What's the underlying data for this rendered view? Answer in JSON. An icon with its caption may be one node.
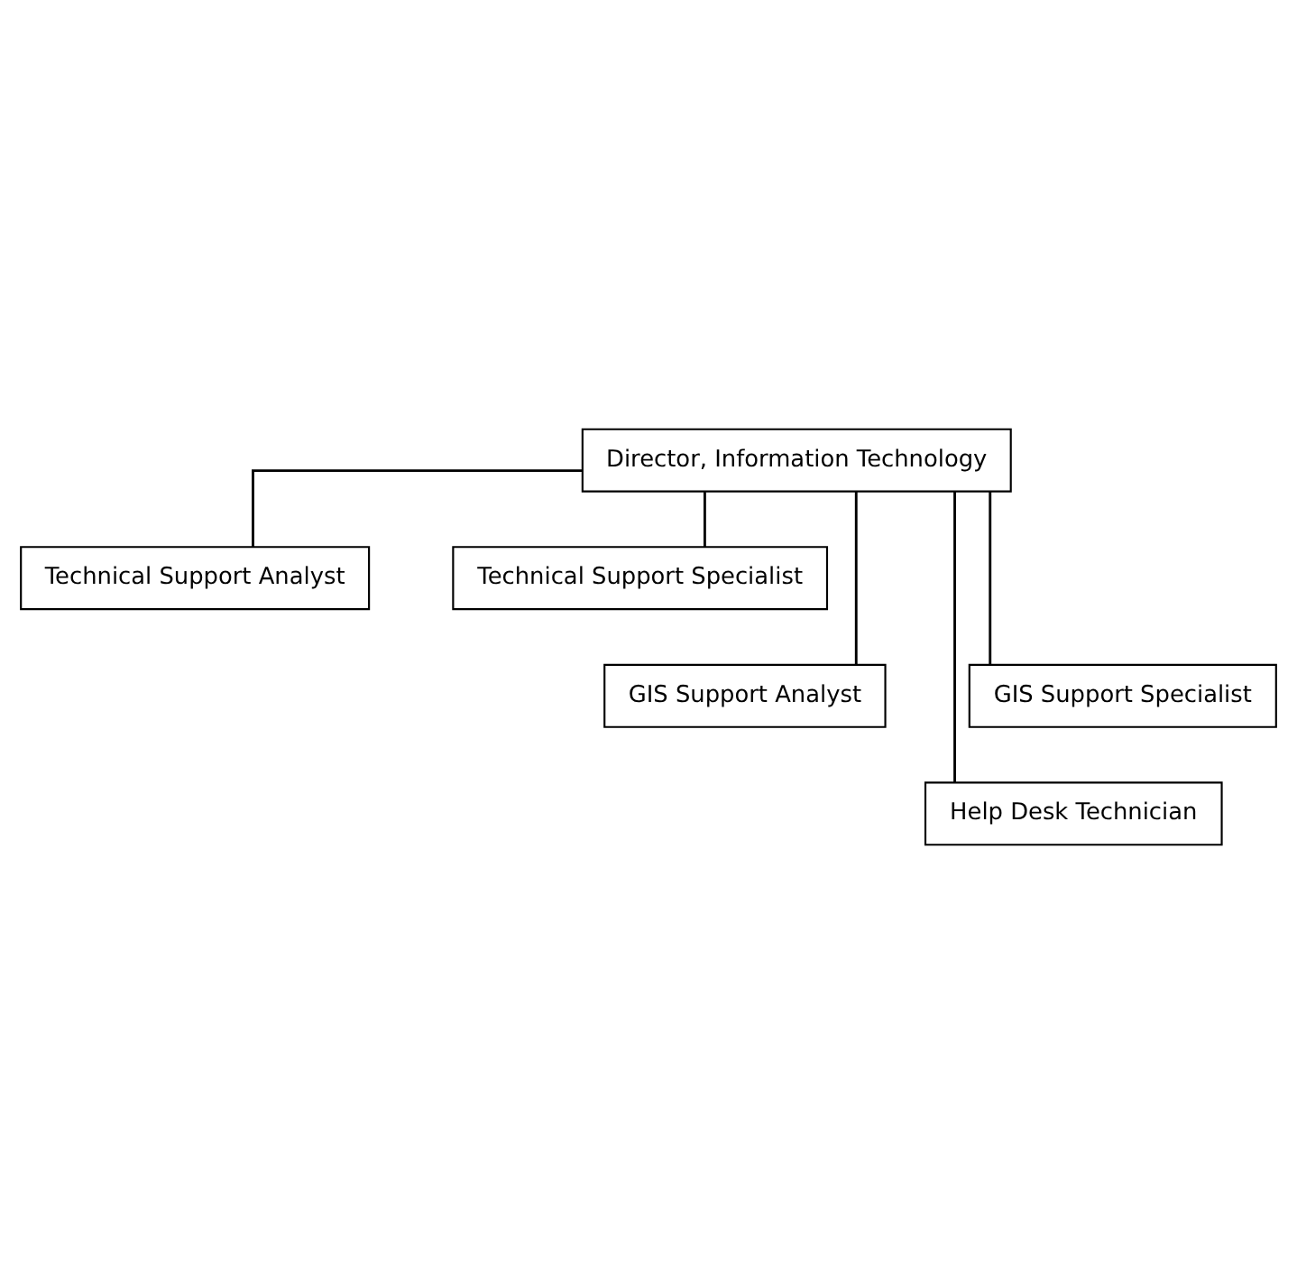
{
  "diagram": {
    "nodes": [
      {
        "text": [
          "Director, Information Technology"
        ]
      },
      {
        "text": [
          "Technical Support Analyst"
        ]
      },
      {
        "text": [
          "Technical Support Specialist"
        ]
      },
      {
        "text": [
          "GIS Support Analyst"
        ]
      },
      {
        "text": [
          "GIS Support Specialist"
        ]
      },
      {
        "text": [
          "Help Desk Technician"
        ]
      }
    ],
    "edges": [
      {
        "from": 0,
        "to": 1,
        "arrow": "none"
      },
      {
        "from": 0,
        "to": 2,
        "arrow": "none"
      },
      {
        "from": 0,
        "to": 3,
        "arrow": "none"
      },
      {
        "from": 0,
        "to": 4,
        "arrow": "none"
      },
      {
        "from": 0,
        "to": 5,
        "arrow": "none"
      }
    ]
  }
}
